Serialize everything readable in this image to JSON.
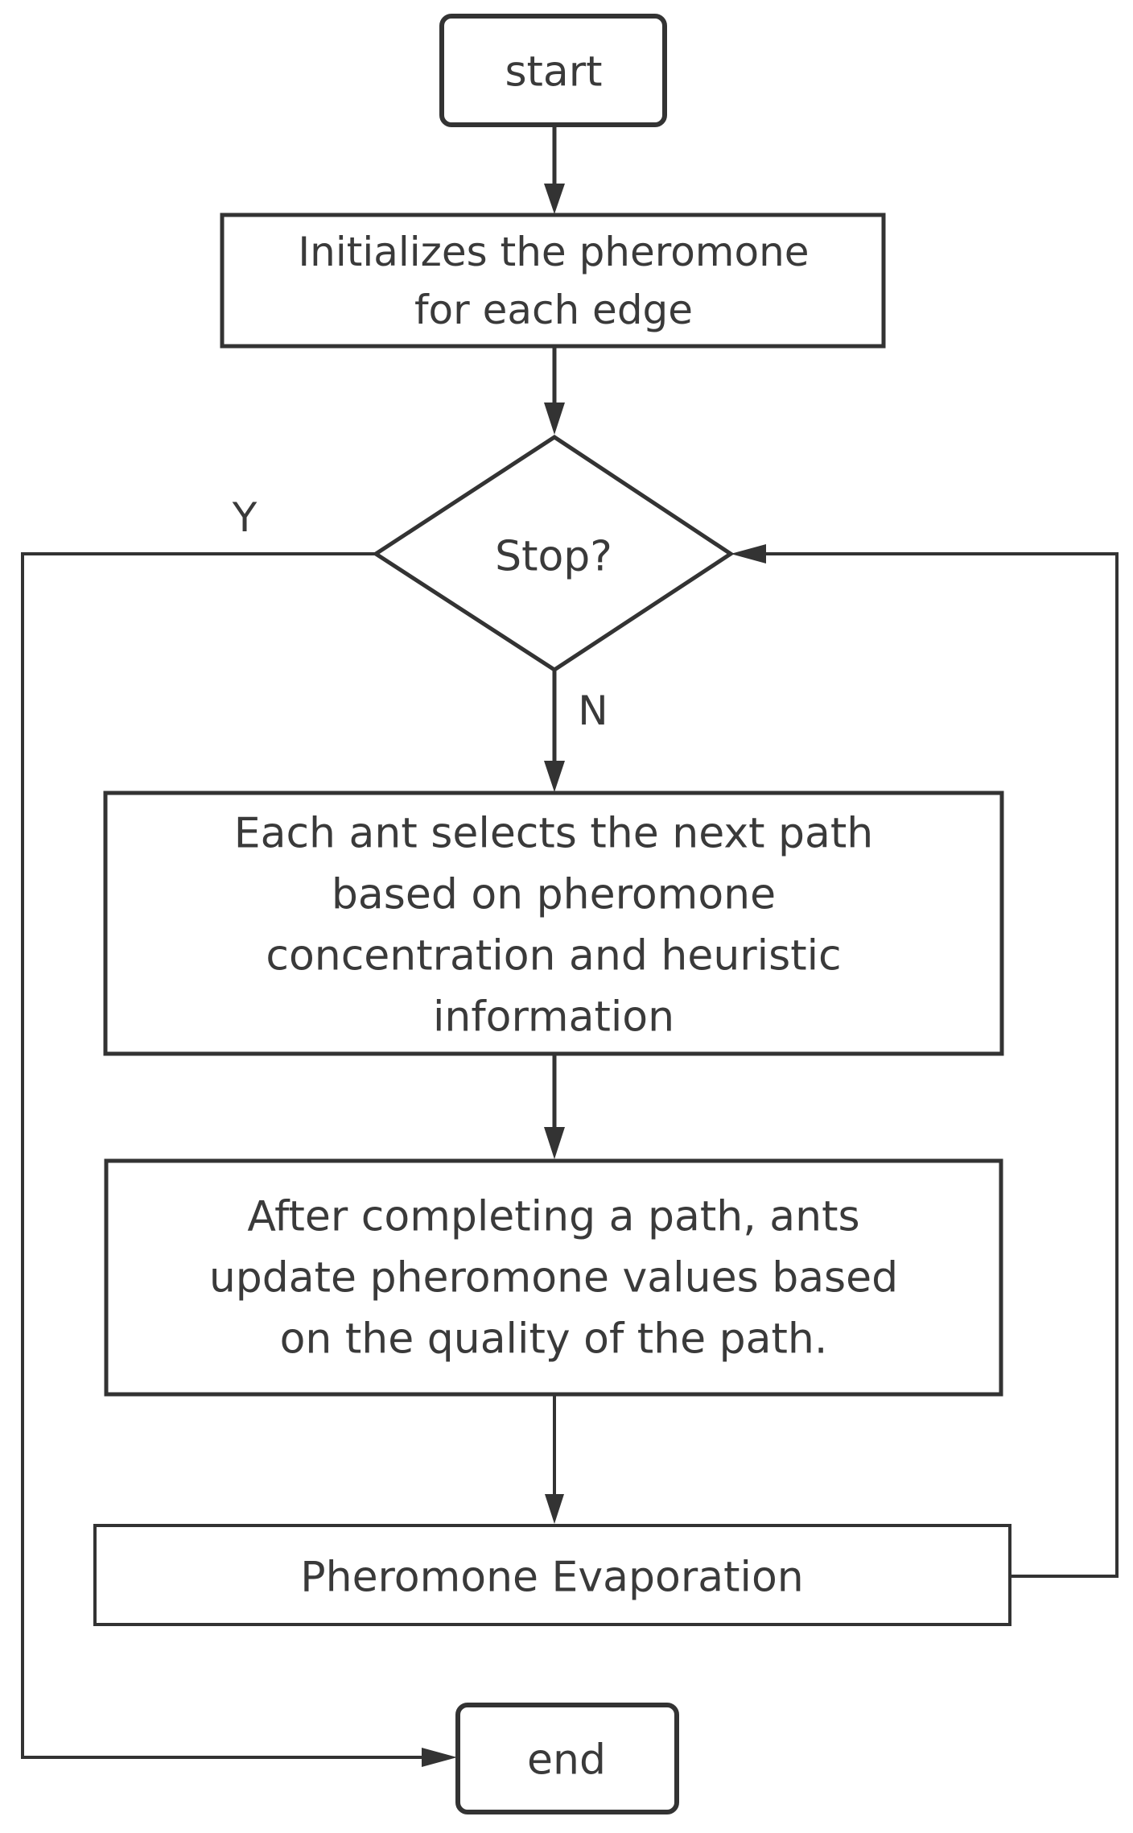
{
  "diagram": {
    "nodes": {
      "start": {
        "lines": [
          "start"
        ]
      },
      "init": {
        "lines": [
          "Initializes the pheromone",
          "for each edge"
        ]
      },
      "decision": {
        "lines": [
          "Stop?"
        ]
      },
      "select": {
        "lines": [
          "Each ant selects the next path",
          "based on pheromone",
          "concentration and heuristic",
          "information"
        ]
      },
      "update": {
        "lines": [
          "After completing a path, ants",
          "update pheromone values based",
          "on the quality of the path."
        ]
      },
      "evaporate": {
        "lines": [
          "Pheromone Evaporation"
        ]
      },
      "end": {
        "lines": [
          "end"
        ]
      }
    },
    "edge_labels": {
      "yes": "Y",
      "no": "N"
    }
  }
}
